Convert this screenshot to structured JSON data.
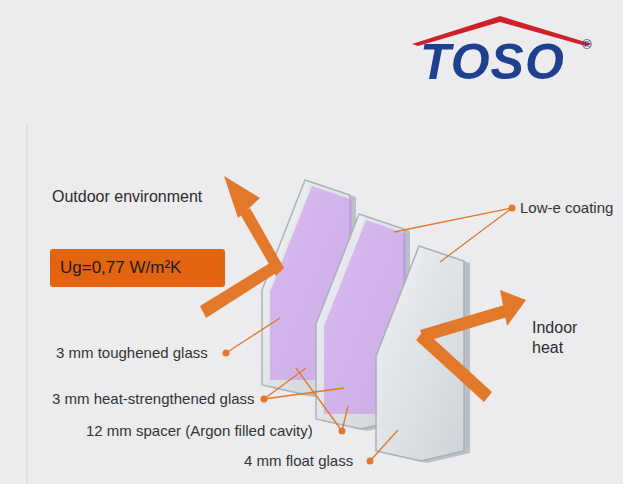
{
  "diagram": {
    "nodes": [
      {
        "text": [
          "Ug=0,77 W/m²K"
        ]
      }
    ],
    "labels": [
      "TOSO",
      "®",
      "Outdoor environment",
      "Low-e coating",
      "Indoor heat",
      "3 mm toughened glass",
      "3 mm heat-strengthened glass",
      "12 mm spacer (Argon filled cavity)",
      "4 mm float glass"
    ]
  }
}
